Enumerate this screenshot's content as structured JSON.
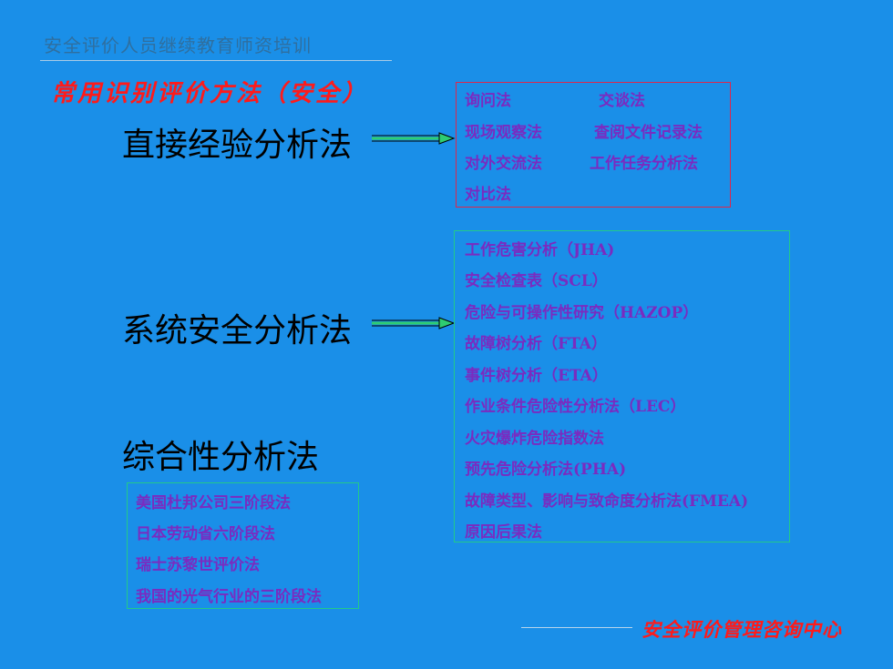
{
  "header": {
    "title": "安全评价人员继续教育师资培训"
  },
  "heading": "常用识别评价方法（安全）",
  "methods": {
    "direct": "直接经验分析法",
    "system": "系统安全分析法",
    "composite": "综合性分析法"
  },
  "direct_box": {
    "items": [
      "询问法",
      "交谈法",
      "现场观察法",
      "查阅文件记录法",
      "对外交流法",
      "工作任务分析法",
      "对比法"
    ]
  },
  "system_box": {
    "items": [
      "工作危害分析（JHA)",
      "安全检查表（SCL）",
      "危险与可操作性研究（HAZOP）",
      "故障树分析（FTA）",
      "事件树分析（ETA）",
      "作业条件危险性分析法（LEC）",
      "火灾爆炸危险指数法",
      "预先危险分析法(PHA)",
      "故障类型、影响与致命度分析法(FMEA)",
      "原因后果法"
    ]
  },
  "composite_box": {
    "items": [
      "美国杜邦公司三阶段法",
      "日本劳动省六阶段法",
      "瑞士苏黎世评价法",
      "我国的光气行业的三阶段法"
    ]
  },
  "colors": {
    "background": "#1a8fe8",
    "heading": "#ff1a1a",
    "item_text": "#7a2bc0",
    "red_box_border": "#e0264a",
    "green_box_border": "#22c98a"
  },
  "footer": {
    "org": "安全评价管理咨询中心"
  }
}
